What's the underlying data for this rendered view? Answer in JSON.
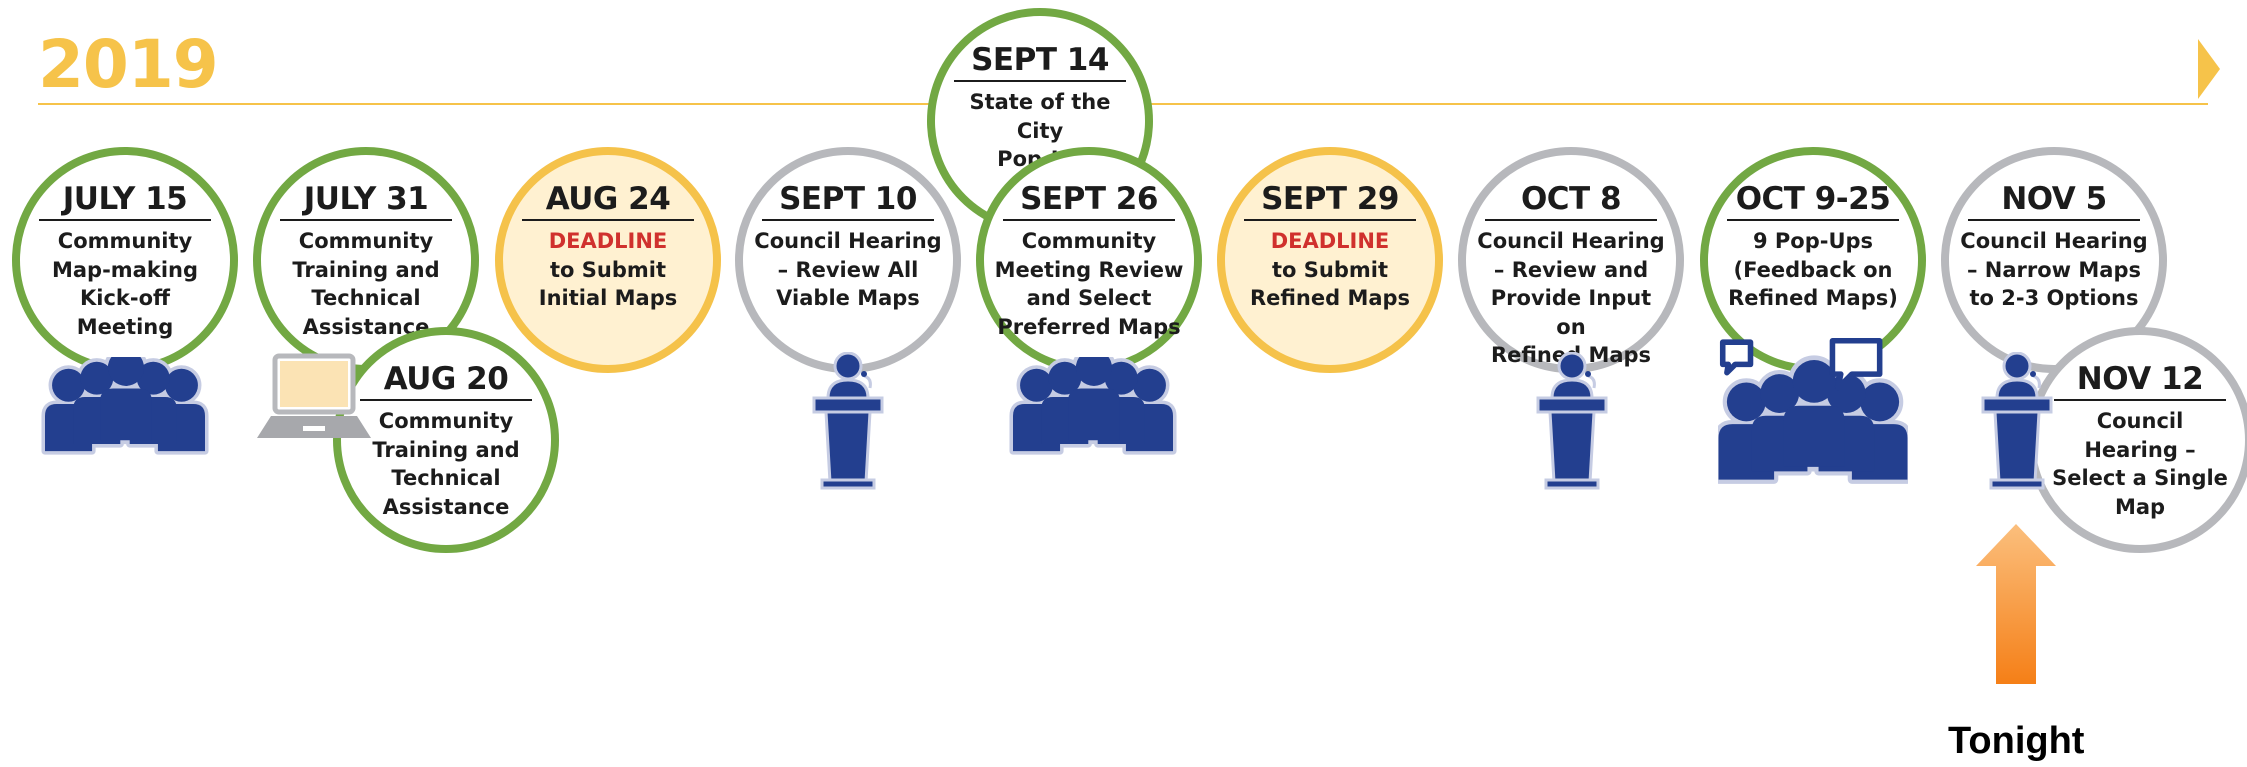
{
  "year": "2019",
  "events": [
    {
      "id": "jul15",
      "date": "JULY 15",
      "deadline": "",
      "lines": [
        "Community",
        "Map-making",
        "Kick-off",
        "Meeting"
      ]
    },
    {
      "id": "jul31",
      "date": "JULY 31",
      "deadline": "",
      "lines": [
        "Community",
        "Training and",
        "Technical",
        "Assistance"
      ]
    },
    {
      "id": "aug20",
      "date": "AUG 20",
      "deadline": "",
      "lines": [
        "Community",
        "Training and",
        "Technical",
        "Assistance"
      ]
    },
    {
      "id": "aug24",
      "date": "AUG 24",
      "deadline": "DEADLINE",
      "lines": [
        "to Submit",
        "Initial Maps"
      ]
    },
    {
      "id": "sep10",
      "date": "SEPT 10",
      "deadline": "",
      "lines": [
        "Council Hearing",
        "– Review All",
        "Viable Maps"
      ]
    },
    {
      "id": "sep14",
      "date": "SEPT 14",
      "deadline": "",
      "lines": [
        "State of the City",
        "Pop-Up"
      ]
    },
    {
      "id": "sep26",
      "date": "SEPT 26",
      "deadline": "",
      "lines": [
        "Community",
        "Meeting Review",
        "and Select",
        "Preferred Maps"
      ]
    },
    {
      "id": "sep29",
      "date": "SEPT 29",
      "deadline": "DEADLINE",
      "lines": [
        "to Submit",
        "Refined Maps"
      ]
    },
    {
      "id": "oct8",
      "date": "OCT 8",
      "deadline": "",
      "lines": [
        "Council Hearing",
        "– Review and",
        "Provide Input on",
        "Refined Maps"
      ]
    },
    {
      "id": "oct925",
      "date": "OCT 9-25",
      "deadline": "",
      "lines": [
        "9 Pop-Ups",
        "(Feedback on",
        "Refined Maps)"
      ]
    },
    {
      "id": "nov5",
      "date": "NOV 5",
      "deadline": "",
      "lines": [
        "Council Hearing",
        "– Narrow Maps",
        "to 2-3 Options"
      ]
    },
    {
      "id": "nov12",
      "date": "NOV 12",
      "deadline": "",
      "lines": [
        "Council",
        "Hearing –",
        "Select a Single",
        "Map"
      ]
    }
  ],
  "tonight_label": "Tonight",
  "colors": {
    "accent_yellow": "#f6c34a",
    "green": "#72a843",
    "gray": "#b7b8bc",
    "deadline_red": "#d0312d",
    "icon_blue": "#233f8f",
    "arrow_orange": "#f58a2b"
  }
}
